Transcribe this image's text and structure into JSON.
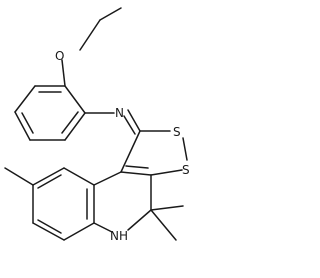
{
  "molecule": {
    "atoms": {
      "oxygen": "O",
      "imine_nitrogen": "N",
      "sulfur_upper": "S",
      "sulfur_lower": "S",
      "amine": "NH"
    },
    "colors": {
      "bond": "#1a1a1a",
      "label": "#1a1a1a",
      "background": "#ffffff"
    }
  }
}
